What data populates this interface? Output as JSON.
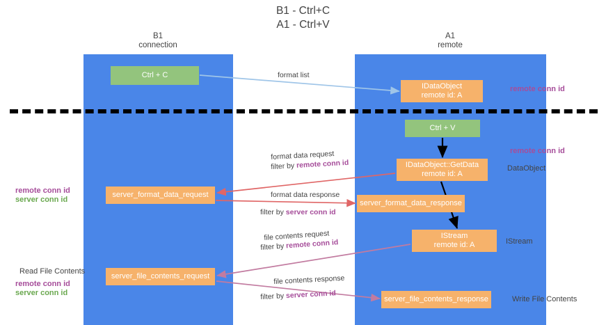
{
  "title": "B1 - Ctrl+C\nA1 - Ctrl+V",
  "title_line1": "B1 - Ctrl+C",
  "title_line2": "A1 - Ctrl+V",
  "lanes": [
    {
      "id": "b1",
      "name": "B1",
      "role": "connection",
      "color": "#4a86e8"
    },
    {
      "id": "a1",
      "name": "A1",
      "role": "remote",
      "color": "#4a86e8"
    }
  ],
  "colors": {
    "lane": "#4a86e8",
    "green_box": "#93c47d",
    "orange_box": "#f6b26b",
    "remote_conn_id": "#a64d9a",
    "server_conn_id": "#6aa84f",
    "arrow_blue": "#9fc5e8",
    "arrow_red": "#e06666",
    "arrow_magenta": "#c27ba0",
    "arrow_black": "#000000",
    "divider": "#000000",
    "text": "#434343"
  },
  "boxes": {
    "ctrl_c": {
      "label": "Ctrl + C",
      "style": "green"
    },
    "idataobject": {
      "line1": "IDataObject",
      "line2": "remote id: A",
      "style": "orange"
    },
    "ctrl_v": {
      "label": "Ctrl + V",
      "style": "green"
    },
    "getdata": {
      "line1": "IDataObject::GetData",
      "line2": "remote id: A",
      "style": "orange"
    },
    "server_format_data_request": {
      "label": "server_format_data_request",
      "style": "orange"
    },
    "server_format_data_response": {
      "label": "server_format_data_response",
      "style": "orange"
    },
    "istream": {
      "line1": "IStream",
      "line2": "remote id: A",
      "style": "orange"
    },
    "server_file_contents_request": {
      "label": "server_file_contents_request",
      "style": "orange"
    },
    "server_file_contents_response": {
      "label": "server_file_contents_response",
      "style": "orange"
    }
  },
  "captions": {
    "format_list": "format list",
    "format_data_request": "format data request",
    "format_data_request_filter_prefix": "filter by ",
    "format_data_request_filter_key": "remote conn id",
    "format_data_response": "format data response",
    "format_data_response_filter_prefix": "filter by ",
    "format_data_response_filter_key": "server conn id",
    "file_contents_request": "file contents request",
    "file_contents_request_filter_prefix": "filter by ",
    "file_contents_request_filter_key": "remote conn id",
    "file_contents_response": "file contents response",
    "file_contents_response_filter_prefix": "filter by ",
    "file_contents_response_filter_key": "server conn id"
  },
  "side_labels": {
    "remote_conn_id_top": "remote conn id",
    "remote_conn_id_mid": "remote conn id",
    "dataobject": "DataObject",
    "istream": "IStream",
    "write_file_contents": "Write File Contents",
    "read_file_contents": "Read File Contents",
    "left_remote_conn_id": "remote conn id",
    "left_server_conn_id": "server conn id",
    "left_remote_conn_id_2": "remote conn id",
    "left_server_conn_id_2": "server conn id"
  }
}
